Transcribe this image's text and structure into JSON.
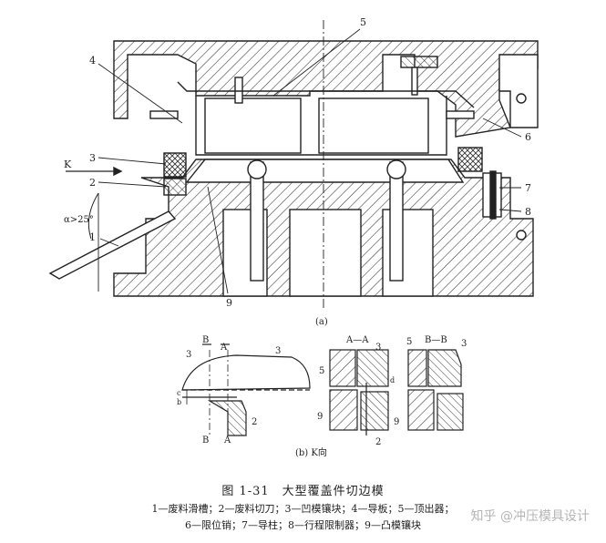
{
  "figure": {
    "callouts_main": [
      "5",
      "4",
      "6",
      "3",
      "2",
      "7",
      "8",
      "1",
      "9"
    ],
    "direction_k": "K",
    "angle": "α>25°",
    "label_a": "(a)",
    "label_b": "(b) K向",
    "section_aa": "A—A",
    "section_bb": "B—B",
    "cut_b_top": "B",
    "cut_a_top": "A",
    "cut_b_bot": "B",
    "cut_a_bot": "A",
    "detail_left": [
      "3",
      "3",
      "2",
      "c",
      "b"
    ],
    "detail_aa": [
      "3",
      "5",
      "9",
      "2",
      "d"
    ],
    "detail_bb": [
      "5",
      "3",
      "9"
    ]
  },
  "caption": {
    "title": "图 1-31　大型覆盖件切边模",
    "line1": "1—废料滑槽；2—废料切刀；3—凹模镶块；4—导板；5—顶出器；",
    "line2": "6—限位销；7—导柱；8—行程限制器；9—凸模镶块"
  },
  "watermark": "知乎 @冲压模具设计"
}
